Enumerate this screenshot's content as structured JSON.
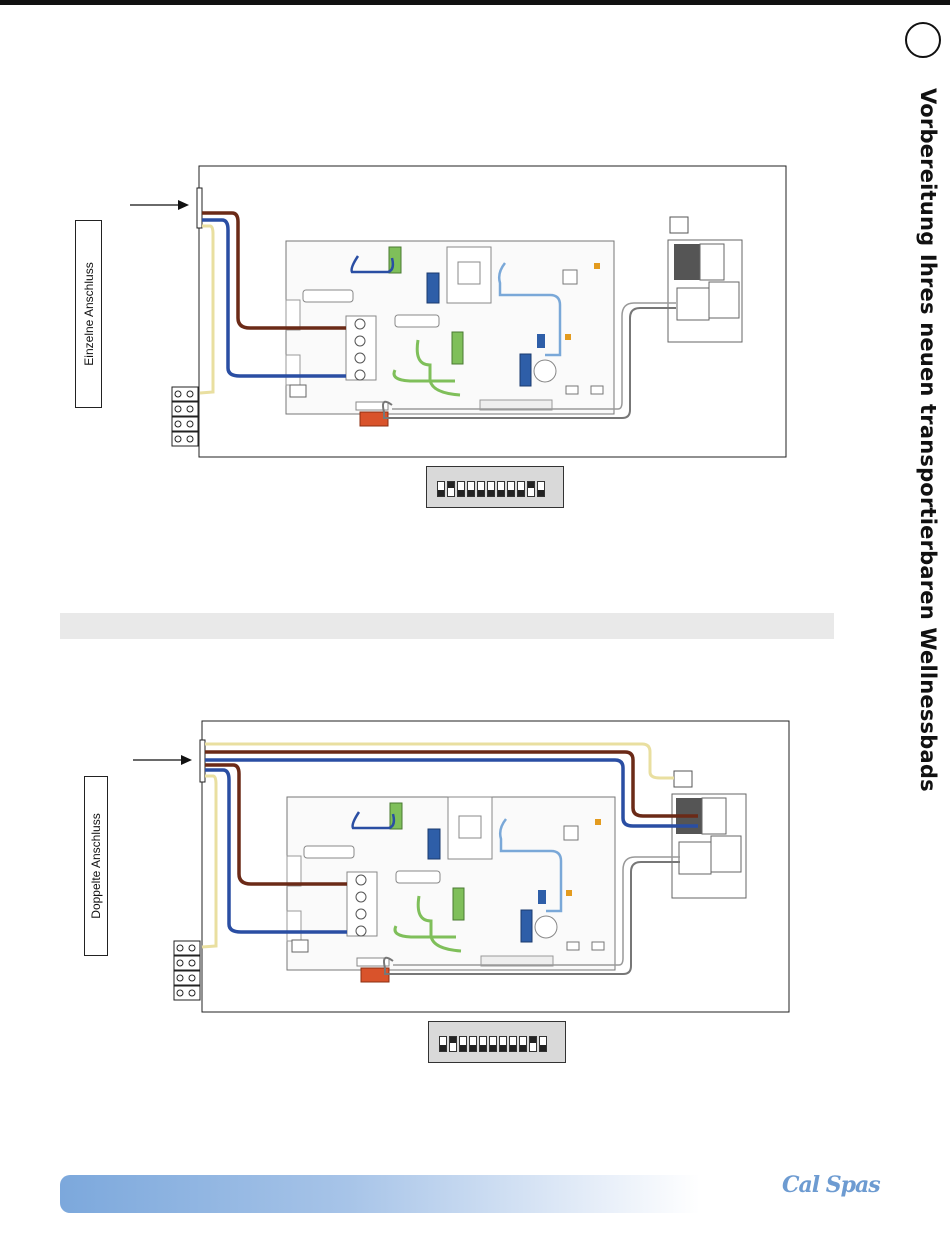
{
  "page": {
    "side_title": "Vorbereitung Ihres neuen transportierbaren Wellnessbads"
  },
  "diagrams": [
    {
      "label": "Einzelne Anschluss",
      "dip_count": 11,
      "dip_up": [
        2,
        10
      ]
    },
    {
      "label": "Doppelte Anschluss",
      "dip_count": 11,
      "dip_up": [
        2,
        10
      ]
    }
  ],
  "footer": {
    "logo": "Cal Spas"
  },
  "colors": {
    "wire_brown": "#6b2a17",
    "wire_blue": "#2a4ea3",
    "wire_yellow": "#e9dfa0",
    "wire_gray": "#888888",
    "relay_green": "#7fbf5a",
    "relay_blue": "#2e5ea8",
    "connector_red": "#d9532b",
    "footer_blue": "#7ca8dc"
  }
}
